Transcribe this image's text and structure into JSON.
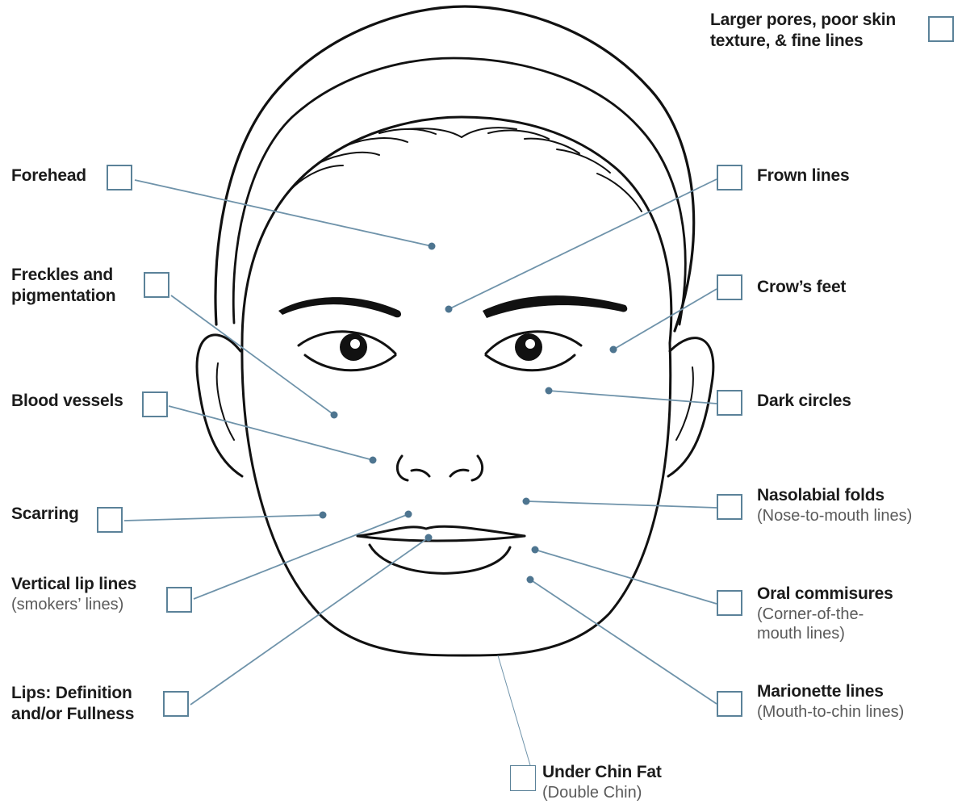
{
  "colors": {
    "leader": "#6f93aa",
    "dot": "#4e7590",
    "checkbox_border": "#5b8299",
    "face_line": "#111111"
  },
  "icons": {
    "face": "face-outline-illustration"
  },
  "items": [
    {
      "key": "pores",
      "title": "Larger pores, poor skin",
      "title2": "texture, & fine lines",
      "sub": "",
      "sub2": "",
      "checked": false
    },
    {
      "key": "forehead",
      "title": "Forehead",
      "title2": "",
      "sub": "",
      "sub2": "",
      "checked": false
    },
    {
      "key": "frown",
      "title": "Frown lines",
      "title2": "",
      "sub": "",
      "sub2": "",
      "checked": false
    },
    {
      "key": "freckles",
      "title": "Freckles and",
      "title2": "pigmentation",
      "sub": "",
      "sub2": "",
      "checked": false
    },
    {
      "key": "crows",
      "title": "Crow’s feet",
      "title2": "",
      "sub": "",
      "sub2": "",
      "checked": false
    },
    {
      "key": "blood",
      "title": "Blood vessels",
      "title2": "",
      "sub": "",
      "sub2": "",
      "checked": false
    },
    {
      "key": "dark",
      "title": "Dark circles",
      "title2": "",
      "sub": "",
      "sub2": "",
      "checked": false
    },
    {
      "key": "scarring",
      "title": "Scarring",
      "title2": "",
      "sub": "",
      "sub2": "",
      "checked": false
    },
    {
      "key": "nasolabial",
      "title": "Nasolabial folds",
      "title2": "",
      "sub": "(Nose-to-mouth lines)",
      "sub2": "",
      "checked": false
    },
    {
      "key": "vertical",
      "title": "Vertical lip lines",
      "title2": "",
      "sub": "(smokers’ lines)",
      "sub2": "",
      "checked": false
    },
    {
      "key": "oral",
      "title": "Oral commisures",
      "title2": "",
      "sub": "(Corner-of-the-",
      "sub2": "mouth lines)",
      "checked": false
    },
    {
      "key": "lips",
      "title": "Lips: Definition",
      "title2": "and/or Fullness",
      "sub": "",
      "sub2": "",
      "checked": false
    },
    {
      "key": "marionette",
      "title": "Marionette lines",
      "title2": "",
      "sub": "(Mouth-to-chin lines)",
      "sub2": "",
      "checked": false
    },
    {
      "key": "chin",
      "title": "Under Chin Fat",
      "title2": "",
      "sub": "(Double Chin)",
      "sub2": "",
      "checked": false
    }
  ]
}
